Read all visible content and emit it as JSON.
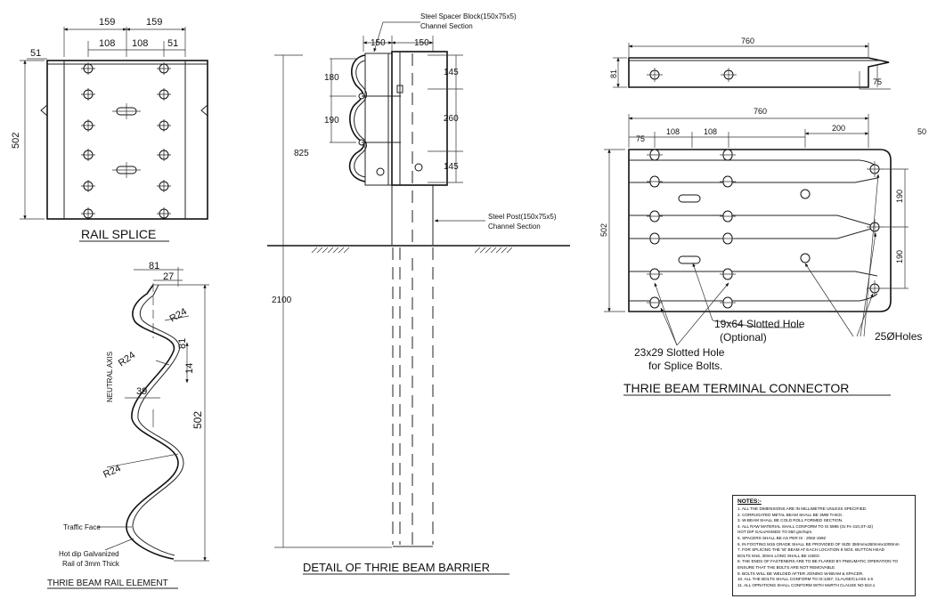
{
  "rail_splice": {
    "title": "RAIL SPLICE",
    "dim_top": [
      "159",
      "159"
    ],
    "dim_mid": [
      "108",
      "108",
      "51"
    ],
    "dim_left": "51",
    "dim_height": "502"
  },
  "rail_element": {
    "title": "THRIE BEAM RAIL ELEMENT",
    "dim_81_top": "81",
    "dim_27": "27",
    "dim_r24": [
      "R24",
      "R24",
      "R24"
    ],
    "dim_81_side": "81",
    "dim_14": "14",
    "dim_39": "39",
    "dim_502": "502",
    "neutral_axis": "NEUTRAL AXIS",
    "traffic_face": "Traffic Face",
    "material_line1": "Hot dip Galvanized",
    "material_line2": "Rail of 3mm Thick"
  },
  "barrier": {
    "title": "DETAIL OF THRIE BEAM BARRIER",
    "spacer_line1": "Steel Spacer Block(150x75x5)",
    "spacer_line2": "Channel Section",
    "post_line1": "Steel Post(150x75x5)",
    "post_line2": "Channel Section",
    "dim_150_a": "150",
    "dim_150_b": "150",
    "dim_180": "180",
    "dim_190": "190",
    "dim_145_top": "145",
    "dim_260": "260",
    "dim_145_bottom": "145",
    "dim_825": "825",
    "dim_2100": "2100"
  },
  "connector": {
    "title": "THRIE BEAM TERMINAL CONNECTOR",
    "dim_760_top": "760",
    "dim_81": "81",
    "dim_75_side": "75",
    "dim_760": "760",
    "dim_75": "75",
    "dim_108_a": "108",
    "dim_108_b": "108",
    "dim_200": "200",
    "dim_50": "50",
    "dim_502": "502",
    "dim_190_a": "190",
    "dim_190_b": "190",
    "slot_line1": "19x64 Slotted Hole",
    "slot_line2": "(Optional)",
    "splice_line1": "23x29 Slotted Hole",
    "splice_line2": "for Splice Bolts.",
    "holes": "25ØHoles"
  },
  "notes": {
    "title": "NOTES:-",
    "items": [
      "1. ALL THE DIMENSIONS ARE IN MILLIMETRE UNLESS SPECIFIED.",
      "2. CORRUGATED METAL BEAM SHALL BE 3MM THICK.",
      "3. W-BEAM SHALL BE COLD ROLL FORMED SECTION.",
      "4. ALL RAW MATERIAL SHALL CONFORM TO IS 5986 (Gr.Fe 410,ST-42)",
      "   HOT DIP GALVANISED TO 550 gm/Sqm.",
      "5. SPACERS SHALL BE AS PER IS : 2062-1992",
      "6. IN FOOTING M15 GRADE SHALL BE PROVIDED OF SIZE 350mmx350mmx1000mm",
      "7. FOR SPLICING THE 'W' BEAM AT EACH LOCATION 8 NOS. BUTTON HEAD",
      "   BOLTS M16, 30mm LONG SHALL BE USED.",
      "8. THE ENDS OF FASTENERS ARE TO BE FLARED BY PNEUMATIC OPERATION TO",
      "   ENSURE THAT THE BOLTS ARE NOT REMOVABLE",
      "9. BOLTS WILL BE WELDED AFTER JOINING W-BEAM & SPACER.",
      "10. ALL THE BOLTS SHALL CONFORM TO IS:1367, CLAUSE/CLASS 4.6",
      "11. ALL OPRATIONS SHALL CONFORM WITH MoRTH CLAUSE NO 810.1"
    ]
  }
}
